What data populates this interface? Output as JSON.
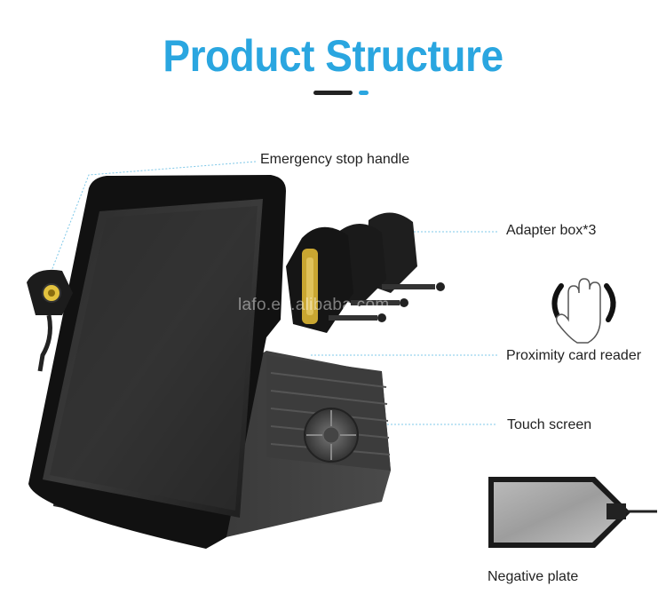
{
  "title": "Product Structure",
  "labels": {
    "emergency_stop": "Emergency stop handle",
    "adapter_box": "Adapter box*3",
    "proximity_card": "Proximity card reader",
    "touch_screen": "Touch screen",
    "negative_plate": "Negative plate"
  },
  "watermark": "lafo.en.alibaba.com",
  "colors": {
    "accent": "#2aa6e0",
    "dark": "#222222",
    "leader_line": "#7fc8e8"
  }
}
